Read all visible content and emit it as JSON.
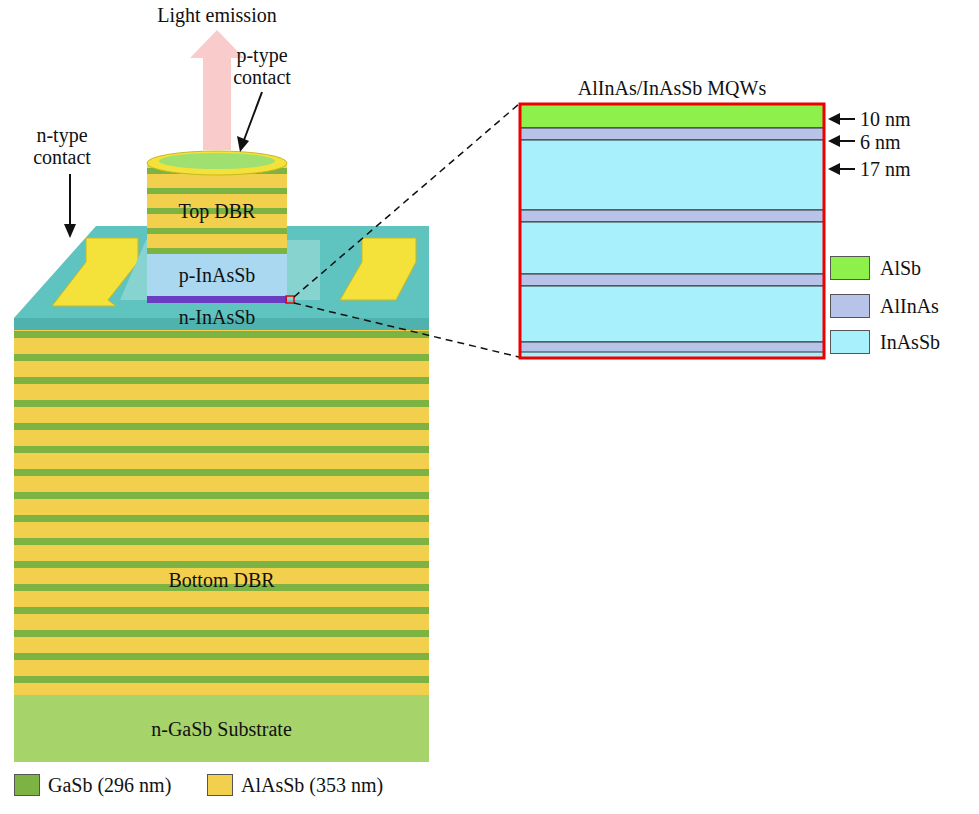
{
  "diagram": {
    "nodes": [
      {
        "text": [
          "Top DBR"
        ]
      },
      {
        "text": [
          "p-InAsSb"
        ]
      },
      {
        "text": [
          "n-InAsSb"
        ]
      },
      {
        "text": [
          "Bottom DBR"
        ]
      },
      {
        "text": [
          "n-GaSb Substrate"
        ]
      },
      {
        "text": [
          "AlInAs/InAsSb MQWs"
        ]
      }
    ],
    "labels": [
      "Light emission",
      "p-type contact",
      "n-type contact",
      "10 nm",
      "6 nm",
      "17 nm"
    ],
    "legend": [
      {
        "text": "AlSb",
        "color": "#8ef04a"
      },
      {
        "text": "AlInAs",
        "color": "#b7c3e8"
      },
      {
        "text": "InAsSb",
        "color": "#a8f0fb"
      },
      {
        "text": "GaSb (296 nm)",
        "color": "#7cb342"
      },
      {
        "text": "AlAsSb (353 nm)",
        "color": "#f3cf4e"
      }
    ]
  }
}
